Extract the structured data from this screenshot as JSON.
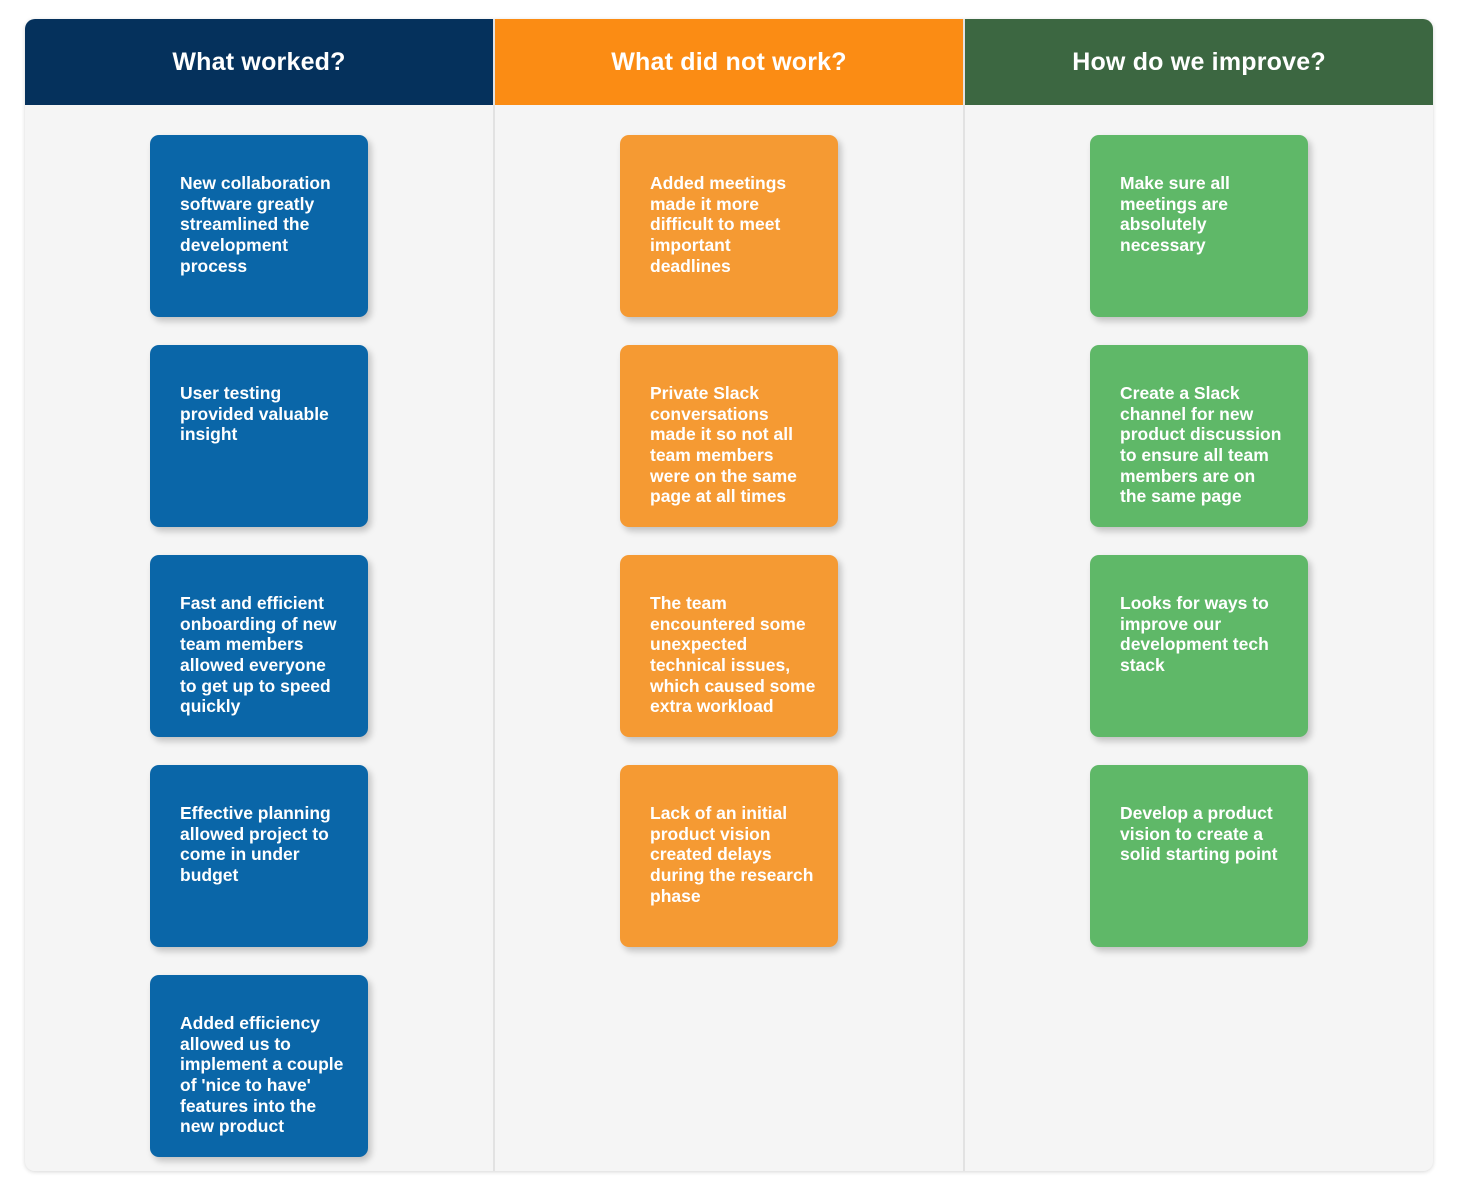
{
  "board": {
    "name": "retrospective-board",
    "background_color": "#f5f5f5",
    "columns": [
      {
        "key": "what-worked",
        "title": "What worked?",
        "header_color": "#05315c",
        "card_color": "#0a66a8",
        "cards": [
          {
            "text": "New collaboration software greatly streamlined the development process"
          },
          {
            "text": "User testing provided valuable insight"
          },
          {
            "text": "Fast and efficient onboarding of new team members allowed everyone to get up to speed quickly"
          },
          {
            "text": "Effective planning allowed project to come in under budget"
          },
          {
            "text": "Added efficiency allowed us to implement a couple of 'nice to have' features into the new product"
          }
        ]
      },
      {
        "key": "what-did-not-work",
        "title": "What did not work?",
        "header_color": "#fb8c14",
        "card_color": "#f59a33",
        "cards": [
          {
            "text": "Added meetings made it more difficult to meet important deadlines"
          },
          {
            "text": "Private Slack conversations made it so not all team members were on the same page at all times"
          },
          {
            "text": "The team encountered some unexpected technical issues, which caused some extra workload"
          },
          {
            "text": "Lack of an initial product vision created delays during the research phase"
          }
        ]
      },
      {
        "key": "how-do-we-improve",
        "title": "How do we improve?",
        "header_color": "#3c6741",
        "card_color": "#5fb868",
        "cards": [
          {
            "text": "Make sure all meetings are absolutely necessary"
          },
          {
            "text": "Create a Slack channel for new product discussion to ensure all team members are on the same page"
          },
          {
            "text": "Looks for ways to improve our development tech stack"
          },
          {
            "text": "Develop a product vision to create a solid starting point"
          }
        ]
      }
    ]
  }
}
